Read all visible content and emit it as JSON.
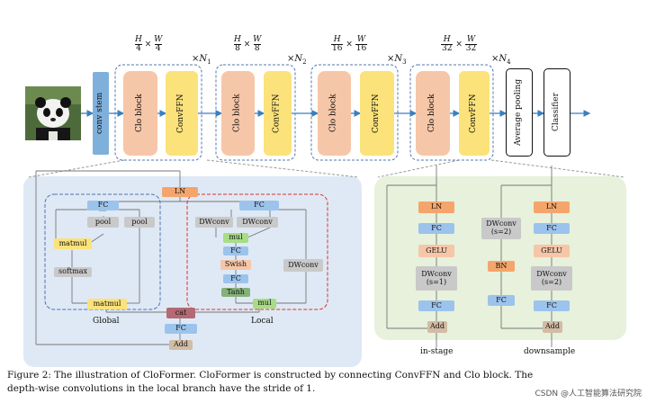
{
  "stages": [
    {
      "dims_h": "H",
      "dims_hd": "4",
      "dims_w": "W",
      "dims_wd": "4",
      "repeat": "×N",
      "repeat_sub": "1"
    },
    {
      "dims_h": "H",
      "dims_hd": "8",
      "dims_w": "W",
      "dims_wd": "8",
      "repeat": "×N",
      "repeat_sub": "2"
    },
    {
      "dims_h": "H",
      "dims_hd": "16",
      "dims_w": "W",
      "dims_wd": "16",
      "repeat": "×N",
      "repeat_sub": "3"
    },
    {
      "dims_h": "H",
      "dims_hd": "32",
      "dims_w": "W",
      "dims_wd": "32",
      "repeat": "×N",
      "repeat_sub": "4"
    }
  ],
  "top": {
    "conv_stem": "conv stem",
    "clo_block": "Clo block",
    "conv_ffn": "ConvFFN",
    "avg_pool": "Average pooling",
    "classifier": "Classifier"
  },
  "clo_detail": {
    "ln": "LN",
    "fc": "FC",
    "pool": "pool",
    "matmul": "matmul",
    "softmax": "softmax",
    "global_label": "Global",
    "local_label": "Local",
    "dwconv": "DWconv",
    "mul": "mul",
    "swish": "Swish",
    "tanh": "Tanh",
    "cat": "cat",
    "add": "Add"
  },
  "ffn_detail": {
    "ln": "LN",
    "fc": "FC",
    "gelu": "GELU",
    "dwconv_s1": "DWconv\n(s=1)",
    "dwconv_s2": "DWconv\n(s=2)",
    "bn": "BN",
    "add": "Add",
    "instage_label": "in-stage",
    "downsample_label": "downsample"
  },
  "caption": {
    "line1": "Figure 2: The illustration of CloFormer. CloFormer is constructed by connecting ConvFFN and Clo block. The",
    "line2": "depth-wise convolutions in the local branch have the stride of 1."
  },
  "watermark": "CSDN @人工智能算法研究院",
  "colors": {
    "clo": "#f6c6a8",
    "ffn": "#fbe27a",
    "stem": "#7fb0dc",
    "fc": "#9cc3ec",
    "ln": "#f4a56c",
    "pool": "#c9c9c9",
    "matmul": "#fbe27a",
    "mul": "#a8dc86",
    "swish": "#f6c6a8",
    "tanh": "#86b07c",
    "cat": "#b36a74",
    "add": "#d2bca3",
    "bn": "#f4a56c",
    "left_panel": "#dfe9f5",
    "right_panel": "#e7f1dc",
    "arrow": "#3a7fc0"
  }
}
